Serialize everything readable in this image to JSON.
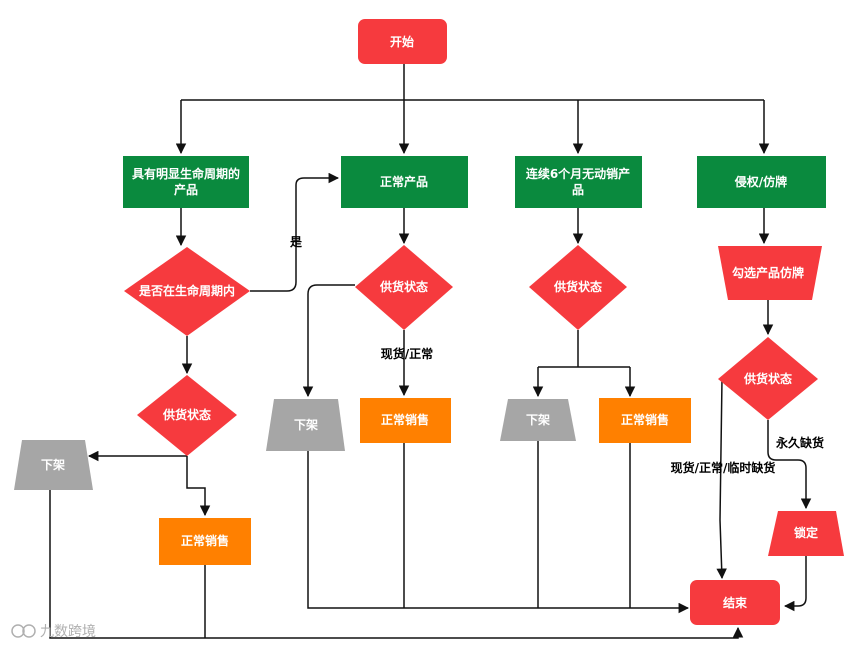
{
  "colors": {
    "start_end": "#F63A3E",
    "green": "#0A8A3E",
    "orange": "#FF8000",
    "gray": "#A6A6A6",
    "edge": "#111111"
  },
  "nodes": {
    "start": "开始",
    "cat_lifecycle": "具有明显生命周期的\n产品",
    "cat_normal": "正常产品",
    "cat_nosales": "连续6个月无动销产\n品",
    "cat_infringe": "侵权/仿牌",
    "decision_in_lifecycle": "是否在生命周期内",
    "supply_1": "供货状态",
    "supply_2": "供货状态",
    "supply_3": "供货状态",
    "supply_4": "供货状态",
    "select_infringe": "勾选产品仿牌",
    "delist_1": "下架",
    "delist_2": "下架",
    "delist_3": "下架",
    "sale_1": "正常销售",
    "sale_2": "正常销售",
    "sale_3": "正常销售",
    "lock": "锁定",
    "end": "结束"
  },
  "edge_labels": {
    "yes": "是",
    "in_stock_normal": "现货/正常",
    "in_stock_temp": "现货/正常/临时缺货",
    "permanent_out": "永久缺货"
  },
  "watermark": {
    "text": "九数跨境",
    "icon": "logo-icon"
  }
}
